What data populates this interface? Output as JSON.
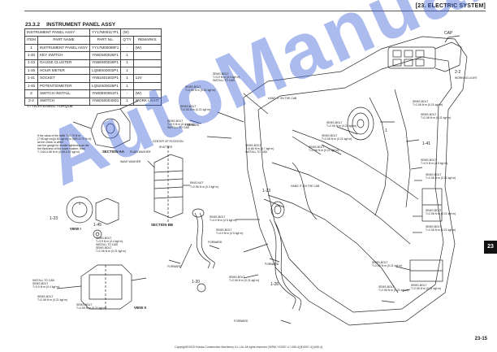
{
  "header": {
    "chapter": "[23. ELECTRIC SYSTEM]"
  },
  "section": {
    "number": "23.3.2",
    "title": "INSTRUMENT PANEL ASSY"
  },
  "table": {
    "assy_row": {
      "name": "INSTRUMENT PANEL ASSY",
      "part_no": "YY17M00117F1",
      "note": "(W)"
    },
    "headers": [
      "ITEM",
      "PART NAME",
      "PART No.",
      "Q'TY",
      "REMARKS"
    ],
    "rows": [
      {
        "item": "1",
        "name": "INSTRUMENT PANEL ASSY",
        "part_no": "YY17M00088F1",
        "qty": "-",
        "remarks": "(W)"
      },
      {
        "item": "1-20",
        "name": "KEY SWITCH",
        "part_no": "YN50S00026F1",
        "qty": "1",
        "remarks": ""
      },
      {
        "item": "1-23",
        "name": "GAUGE CLUSTER",
        "part_no": "YN59S00028F1",
        "qty": "1",
        "remarks": ""
      },
      {
        "item": "1-26",
        "name": "HOUR METER",
        "part_no": "LQ59S00002P1",
        "qty": "1",
        "remarks": ""
      },
      {
        "item": "1-41",
        "name": "SOCKET",
        "part_no": "YN81S01002P1",
        "qty": "1",
        "remarks": "12V"
      },
      {
        "item": "1-45",
        "name": "POTENTIOMETER",
        "part_no": "LQ52S00025P1",
        "qty": "1",
        "remarks": ""
      },
      {
        "item": "2",
        "name": "SWITCH INSTALL",
        "part_no": "YN00E00061F1",
        "qty": "-",
        "remarks": "(W)"
      },
      {
        "item": "2-2",
        "name": "SWITCH",
        "part_no": "YN50S00040D1",
        "qty": "1",
        "remarks": "WORK LIGHT"
      }
    ]
  },
  "torque_note": "T=TIGHTENING TORQUE",
  "watermark": "AutoManual",
  "figure_labels": {
    "cap": "CAP",
    "item_2_2": "2-2",
    "work_light": "WORKING LIGHT",
    "item_1_41": "1-41",
    "item_1": "1",
    "item_1_23": "1-23",
    "item_1_26": "1-26",
    "item_1_20": "1-20",
    "item_1_45": "1-45",
    "item_1_23_left": "1-23",
    "section_aa": "SECTION AA",
    "section_bb": "SECTION BB",
    "view_i": "VIEW I",
    "view_ii": "VIEW II",
    "forward_1": "FORWARD",
    "forward_2": "FORWARD",
    "forward_3": "FORWARD",
    "forward_4": "FORWARD",
    "forward_5": "FORWARD",
    "center_rotation": "CENTER OF ROTATION",
    "shutter": "SHUTTER",
    "plain_washer": "PLAIN WASHER",
    "wave_washer": "WAVE WASHER",
    "ring_nut": "RING NUT",
    "ring_nut_torque": "T=2.96 N·m (0.3 kgf·m)",
    "install_to_cab_1": "INSTALL TO CAB",
    "install_to_cab_2": "INSTALL TO CAB",
    "install_to_cab_3": "INSTALL TO CAB",
    "hang_cab_1": "HANG IT ON THE CAB",
    "hang_cab_2": "HANG IT ON THE CAB",
    "bolt_name": "SEMS-BOLT",
    "torque_a": "T=3.9 N·m (0.4 kgf·m)",
    "torque_b": "T=2.06 N·m (0.21 kgf·m)",
    "torque_c": "T=6.86 N·m (0.7 kgf·m)",
    "torque_d": "T=4.9 N·m (0.5 kgf·m)",
    "note_line1": "If the value of the table T=0.79 N·m",
    "note_line2": "(7.96 kgf·cm)(0.81 kgf·m) or (MS=3.79 N·m)",
    "note_line3": "as the check or when",
    "note_line4": "use the gauge for shutter tightening as the",
    "note_line5": "the thickness of the cover washer, then",
    "note_line6": "T: 0.64-0.66 N·m (0.65-0.67 kgf·m)"
  },
  "page": {
    "number": "23-15",
    "chapter_tab": "23",
    "copyright": "Copyright©2015 Kubota Construction Machinery Co.,Ltd. All rights reserved. [WSM / KX057-4 / U55-4] [KX057-4] [U55-4]"
  }
}
